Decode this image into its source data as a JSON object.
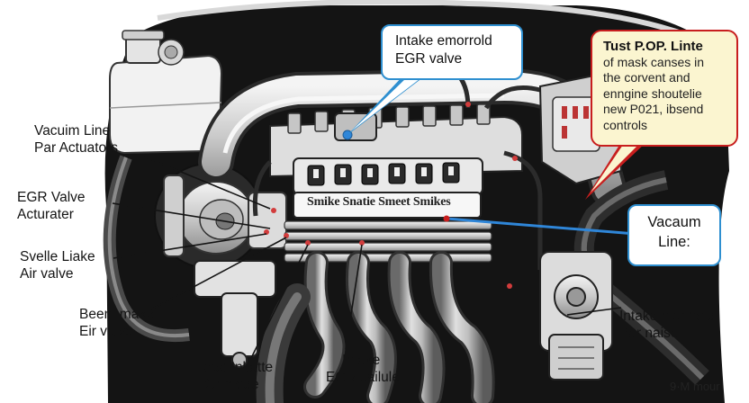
{
  "labels": {
    "vacuum_line_actuators": [
      "Vacuim Line",
      "Par Actuators"
    ],
    "egr_valve_actuater": [
      "EGR Valve",
      "Acturater"
    ],
    "svelle_liake": [
      "Svelle Liake",
      "Air valve"
    ],
    "beent_make": [
      "Beent make",
      "Eir valve"
    ],
    "food_inltate": [
      "Food Inltatte",
      "EGr mode"
    ],
    "intake_egr_cailule": [
      "Intake",
      "EGR cailule"
    ],
    "intake_manhold": [
      "Intake manhold",
      "Par naise"
    ]
  },
  "callouts": {
    "intake_egr": [
      "Intake emorrold",
      "EGR valve"
    ],
    "tust": {
      "title": "Tust P.OP. Linte",
      "lines": [
        "of mask canses in",
        "the corvent and",
        "enngine shoutelie",
        "new P021, ibsend",
        "controls"
      ]
    },
    "vacaum_line": [
      "Vacaum",
      "Line:"
    ]
  },
  "manifold_plate": "Smike Snatie Smeet Smikes",
  "watermark": "9·M mour",
  "colors": {
    "intake_callout_border": "#2e8fd0",
    "tust_callout_border": "#c81e1e",
    "tust_callout_fill": "#fbf5d0",
    "vacuum_line": "#2f86d8"
  }
}
